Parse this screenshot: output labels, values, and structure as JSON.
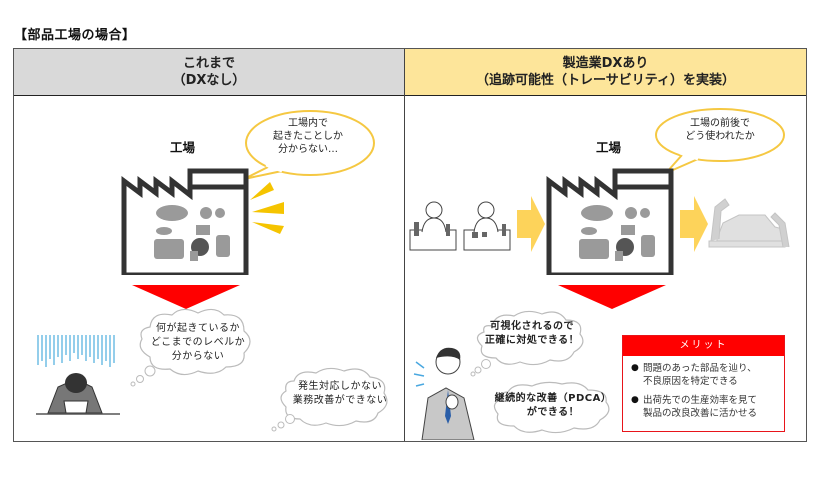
{
  "page": {
    "title": "【部品工場の場合】"
  },
  "columns": [
    {
      "header_line1": "これまで",
      "header_line2": "（DXなし）",
      "header_bg": "#d9d9d9",
      "factory_label": "工場",
      "speech_bubble": [
        "工場内で",
        "起きたことしか",
        "分からない…"
      ],
      "thought_clouds": [
        [
          "何が起きているか",
          "どこまでのレベルか",
          "分からない"
        ],
        [
          "発生対応しかない",
          "業務改善ができない"
        ]
      ]
    },
    {
      "header_line1": "製造業DXあり",
      "header_line2": "（追跡可能性（トレーサビリティ）を実装）",
      "header_bg": "#fde59a",
      "factory_label": "工場",
      "speech_bubble": [
        "工場の前後で",
        "どう使われたか"
      ],
      "thought_clouds": [
        [
          "可視化されるので",
          "正確に対処できる！"
        ],
        [
          "継続的な改善（PDCA）",
          "ができる！"
        ]
      ],
      "merit": {
        "title": "メリット",
        "items": [
          [
            "問題のあった部品を辿り、",
            "不良原因を特定できる"
          ],
          [
            "出荷先での生産効率を見て",
            "製品の改良改善に活かせる"
          ]
        ]
      }
    }
  ],
  "colors": {
    "arrow_down": "#ff0000",
    "arrow_flow": "#fdd35a",
    "bubble_border": "#f5c842",
    "merit_accent": "#ff0000",
    "factory_outline": "#333333"
  },
  "icons": {
    "bullet": "●"
  }
}
